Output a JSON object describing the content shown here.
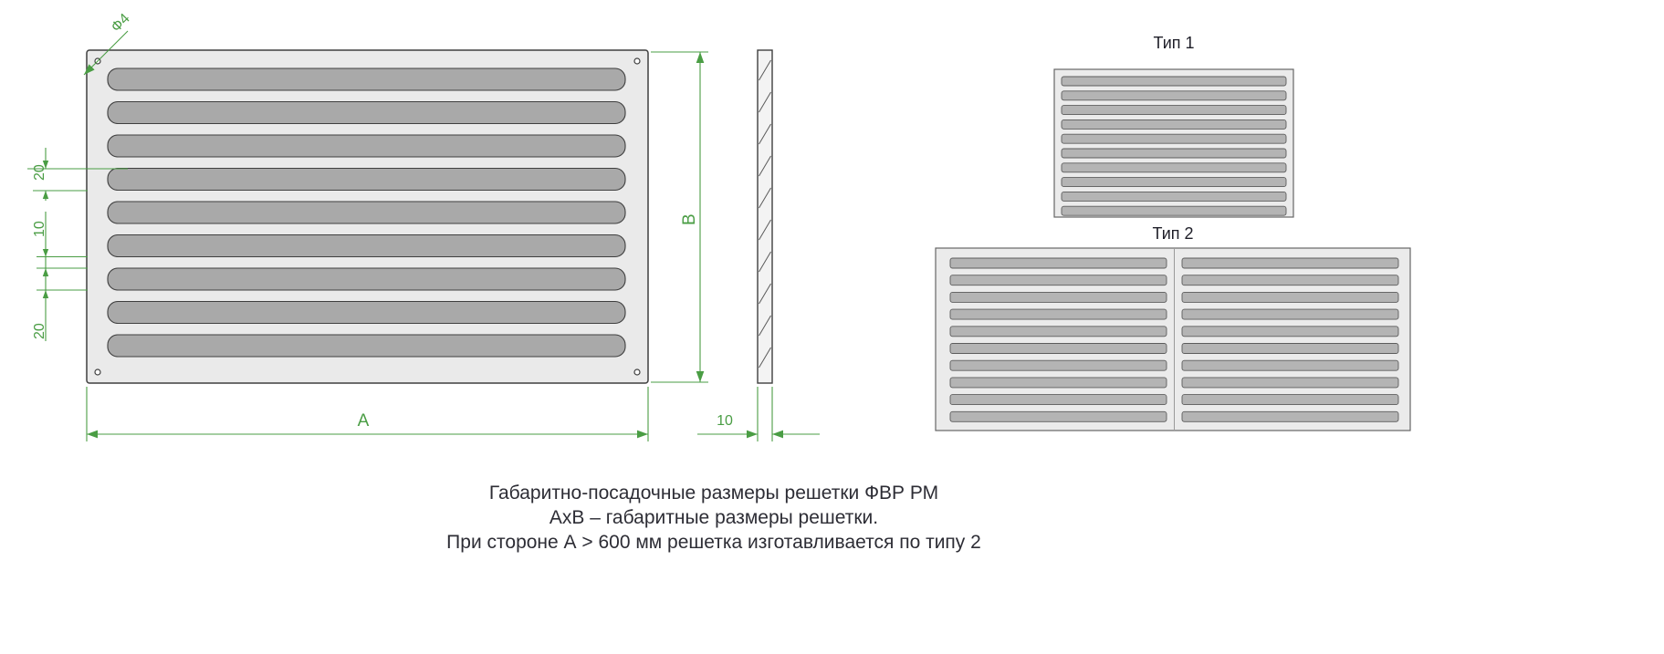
{
  "colors": {
    "dimension": "#4a9d44",
    "outline": "#3f3f3f",
    "frame_fill": "#eaeaea",
    "louver_fill": "#a9a9a9",
    "type_frame_fill": "#ebebeb",
    "type_louver_fill": "#b4b4b4",
    "text": "#2d2d35"
  },
  "front_view": {
    "hole_dim": "Ф4",
    "dim_top": "20",
    "dim_mid": "10",
    "dim_bottom": "20",
    "width_label": "А",
    "height_label": "В",
    "louver_count": 9
  },
  "side_view": {
    "thickness_label": "10",
    "hatch_count": 10
  },
  "type1": {
    "title": "Тип 1",
    "louver_count": 10,
    "columns": 1
  },
  "type2": {
    "title": "Тип 2",
    "louver_count": 10,
    "columns": 2
  },
  "caption": {
    "line1": "Габаритно-посадочные размеры решетки ФВР РМ",
    "line2": "АхВ – габаритные размеры решетки.",
    "line3": "При стороне А > 600 мм решетка изготавливается по типу 2"
  }
}
